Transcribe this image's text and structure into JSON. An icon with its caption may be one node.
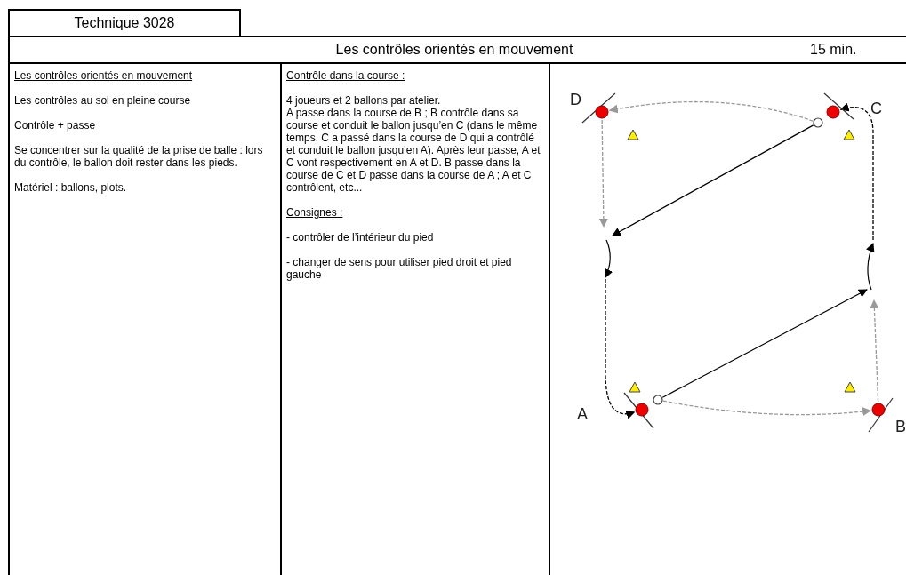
{
  "diagram": {
    "nodes": [
      {
        "text": [
          "Technique 3028"
        ]
      },
      {
        "text": [
          "Les contrôles orientés en mouvement",
          "15 min."
        ]
      },
      {
        "text": [
          "Les contrôles orientés en mouvement",
          "Les contrôles au sol en pleine course",
          "Contrôle + passe",
          "Se concentrer sur la qualité de la prise de balle : lors du contrôle, le ballon doit rester dans les pieds.",
          "Matériel : ballons, plots."
        ]
      },
      {
        "text": [
          "Contrôle dans la course :",
          "4 joueurs et 2 ballons par atelier.",
          "A passe dans la course de B ; B contrôle dans sa course et conduit le ballon jusqu’en C (dans le même temps, C a passé dans la course de D qui a contrôlé et conduit le ballon jusqu’en A). Après leur passe, A et C vont respectivement en A et D. B passe dans la course de C et D passe dans la course de A ; A et C contrôlent, etc...",
          "Consignes :",
          "- contrôler de l’intérieur du pied",
          "- changer de sens pour utiliser pied droit et pied gauche"
        ]
      },
      {
        "text": [],
        "shape": "box"
      },
      {
        "text": [],
        "shape": "circle",
        "beside": [
          "D"
        ],
        "in": 4
      },
      {
        "text": [],
        "shape": "circle",
        "in": 4
      },
      {
        "text": [],
        "shape": "circle",
        "beside": [
          "C"
        ],
        "in": 4
      },
      {
        "text": [],
        "shape": "circle",
        "in": 4
      },
      {
        "text": [],
        "shape": "circle",
        "beside": [
          "A"
        ],
        "in": 4
      },
      {
        "text": [],
        "shape": "circle",
        "beside": [
          "B"
        ],
        "in": 4
      }
    ],
    "edges": [
      {
        "from": 6,
        "to": 5,
        "arrow": "to",
        "style": "dashed",
        "color": "#999999"
      },
      {
        "from": 6,
        "to": null,
        "arrow": "to",
        "color": "#000000"
      },
      {
        "from": 5,
        "to": null,
        "arrow": "to",
        "style": "dashed",
        "color": "#999999"
      },
      {
        "from": null,
        "to": 9,
        "arrow": "to",
        "style": "dashed",
        "color": "#000000"
      },
      {
        "from": 8,
        "to": 10,
        "arrow": "to",
        "style": "dashed",
        "color": "#999999"
      },
      {
        "from": 8,
        "to": null,
        "arrow": "to",
        "color": "#000000"
      },
      {
        "from": 10,
        "to": null,
        "arrow": "to",
        "style": "dashed",
        "color": "#999999"
      },
      {
        "from": null,
        "to": 7,
        "arrow": "to",
        "style": "dashed",
        "color": "#000000"
      }
    ]
  }
}
